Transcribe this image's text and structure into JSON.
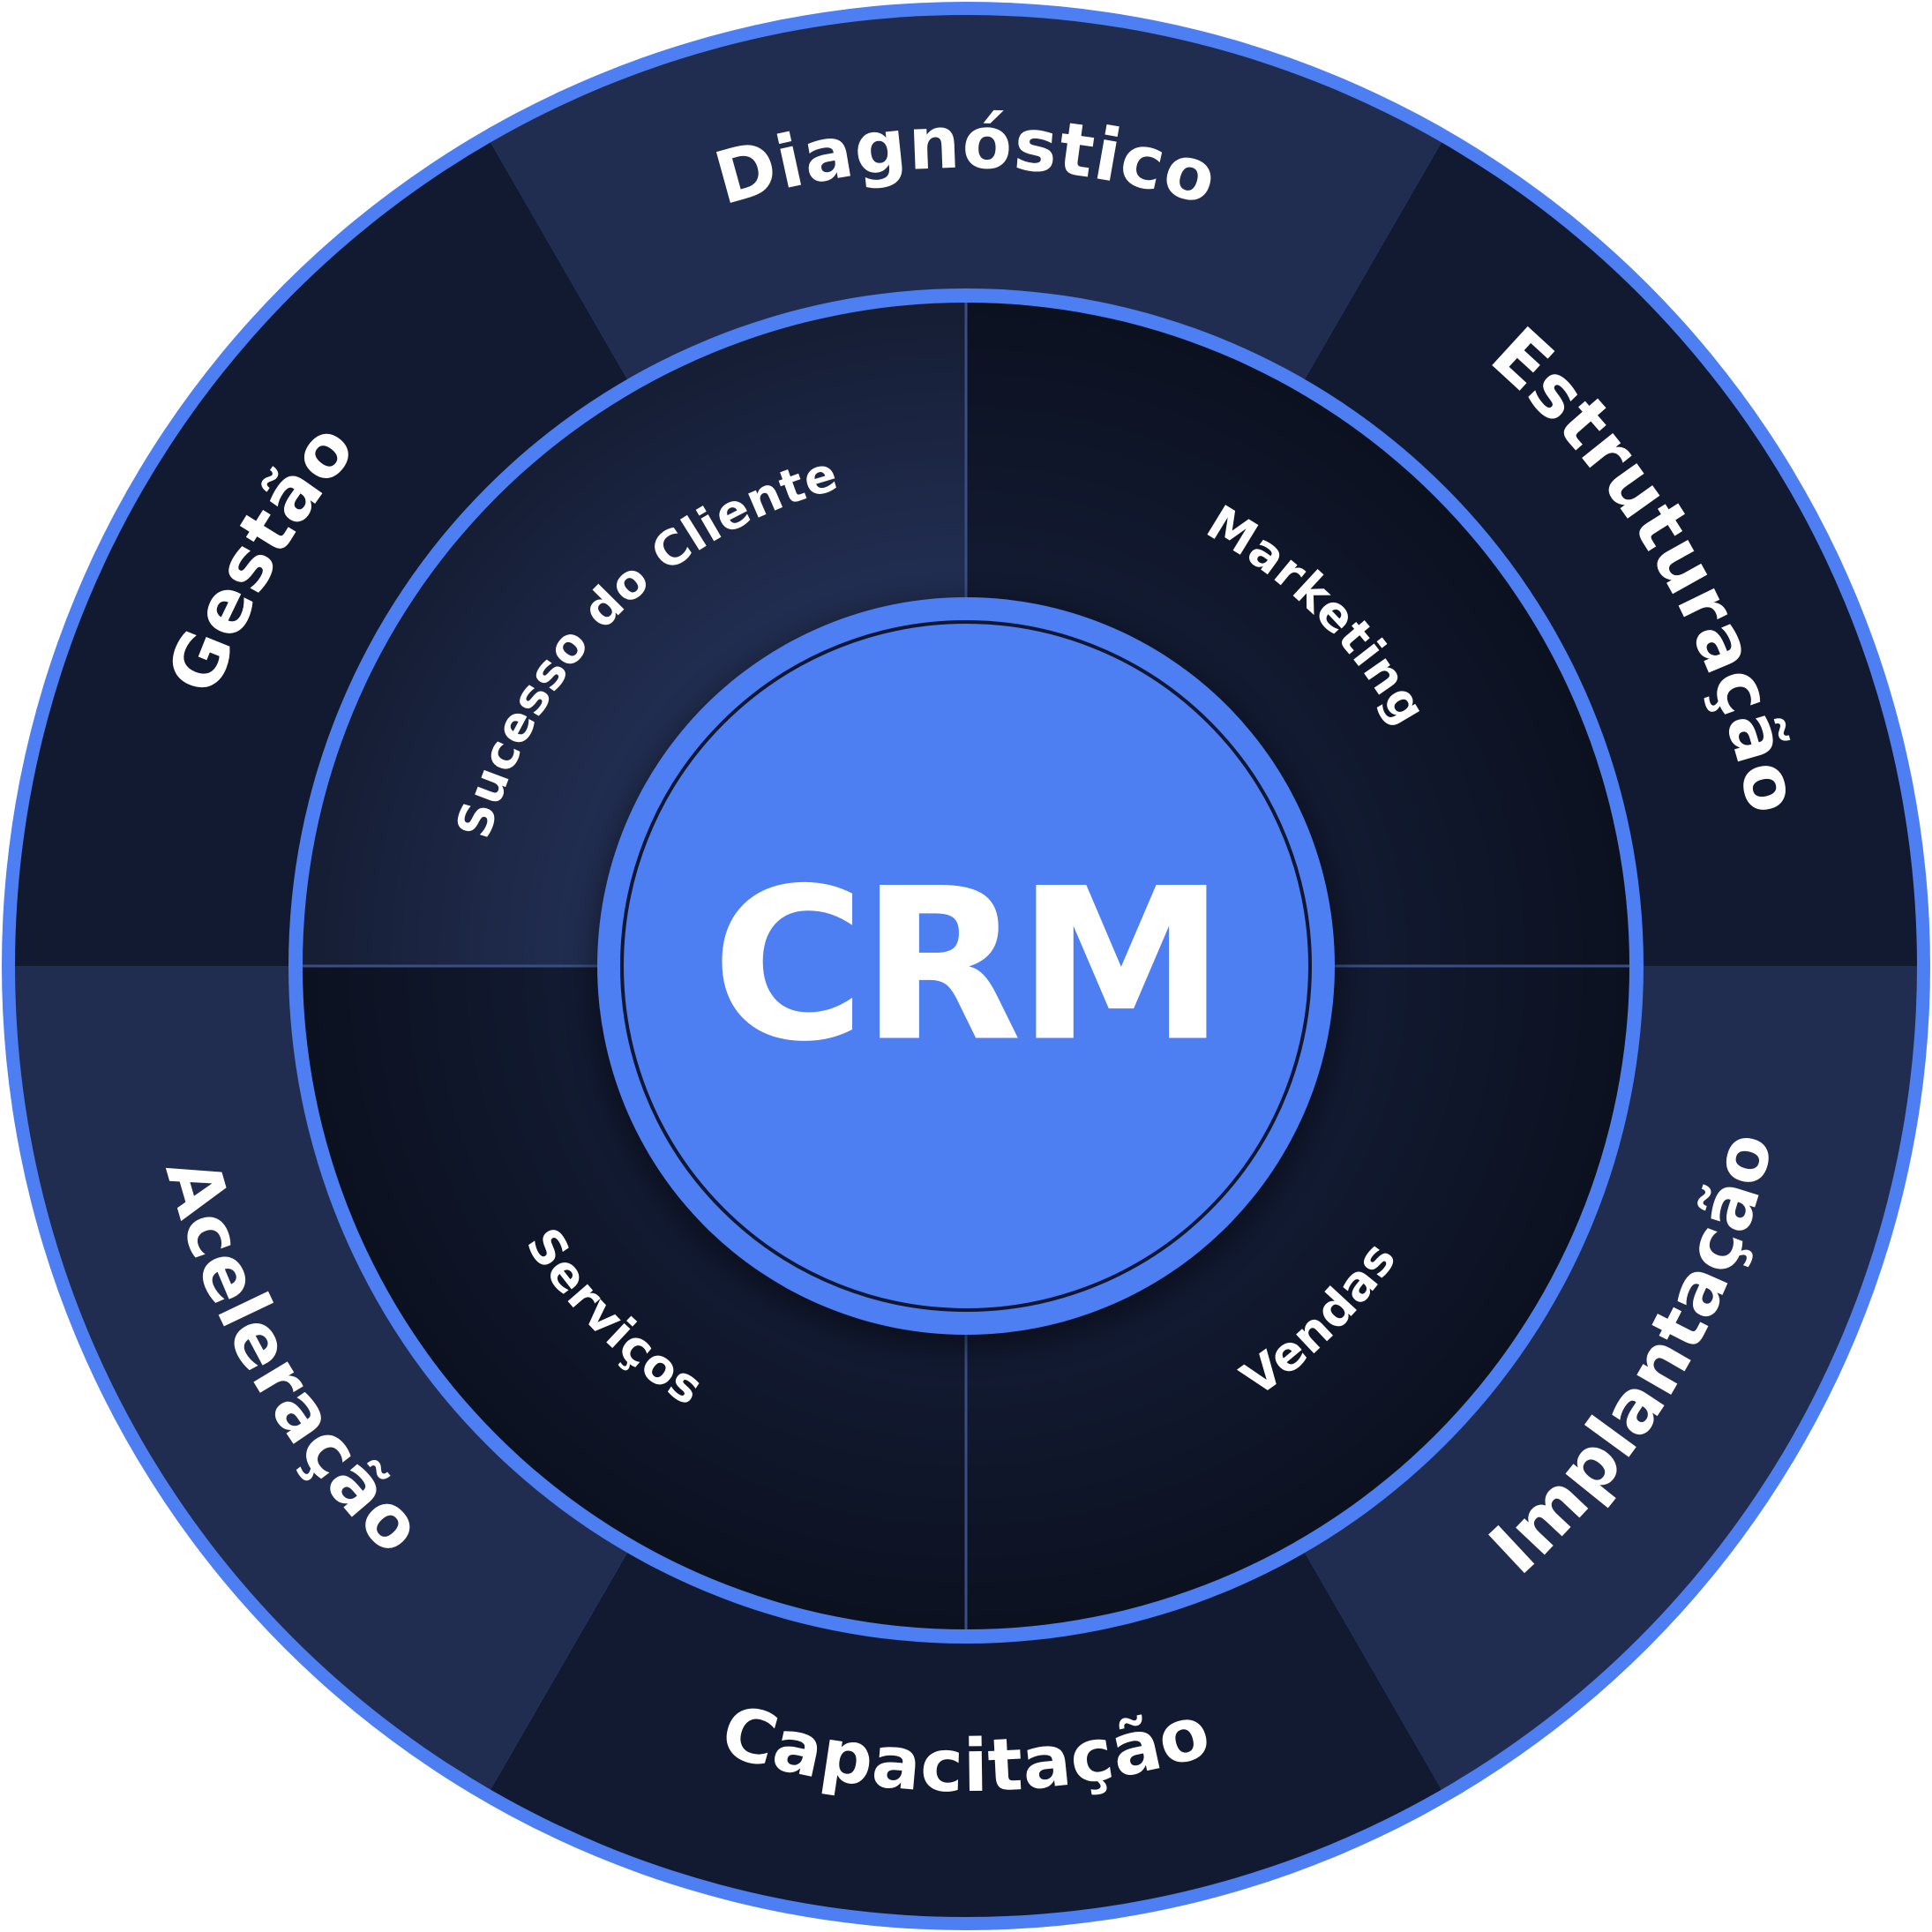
{
  "diagram": {
    "center": {
      "label": "CRM"
    },
    "outer_ring": [
      {
        "label": "Diagnóstico"
      },
      {
        "label": "Estruturação"
      },
      {
        "label": "Implantação"
      },
      {
        "label": "Capacitação"
      },
      {
        "label": "Aceleração"
      },
      {
        "label": "Gestão"
      }
    ],
    "inner_ring": [
      {
        "label": "Marketing"
      },
      {
        "label": "Vendas"
      },
      {
        "label": "Serviços"
      },
      {
        "label": "Sucesso do Cliente"
      }
    ]
  },
  "colors": {
    "accent_blue": "#4d7ef2",
    "sector_light": "#212d50",
    "sector_dark": "#121a31",
    "text": "#ffffff",
    "center_ring_line": "#0f1733"
  }
}
